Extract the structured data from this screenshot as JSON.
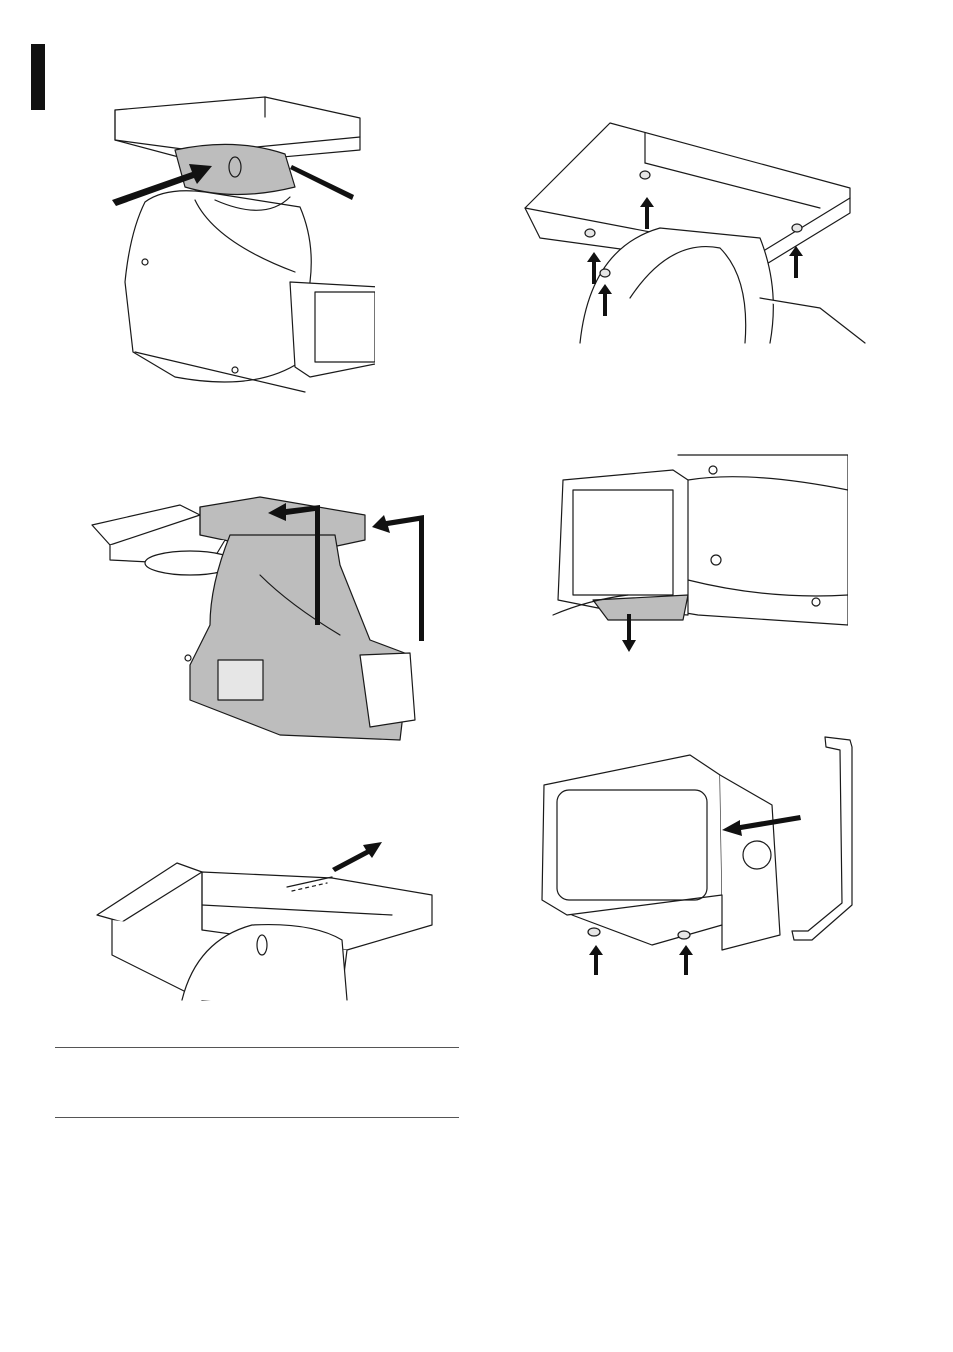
{
  "page": {
    "figures": [
      {
        "name": "fig-1",
        "description_icon": "tilt-head-cover-removal"
      },
      {
        "name": "fig-2",
        "description_icon": "upper-bracket-screws"
      },
      {
        "name": "fig-3",
        "description_icon": "head-rotation"
      },
      {
        "name": "fig-4",
        "description_icon": "cable-pull"
      },
      {
        "name": "fig-5",
        "description_icon": "bracket-pin-insert"
      },
      {
        "name": "fig-6",
        "description_icon": "housing-bracket-fit"
      }
    ],
    "note_text": ""
  },
  "colors": {
    "ink": "#1a1a1a",
    "shade": "#bdbdbd",
    "marker": "#111111",
    "rule": "#555555"
  }
}
